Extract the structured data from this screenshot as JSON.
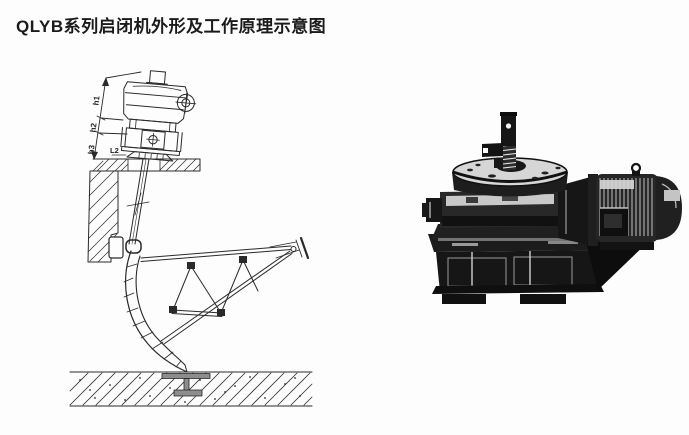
{
  "title": "QLYB系列启闭机外形及工作原理示意图",
  "colors": {
    "paper": "#fdfdfd",
    "ink": "#2a2a2a",
    "photo_dark": "#1a1a1a"
  },
  "schematic": {
    "dimension_labels": {
      "h1": "h1",
      "h2": "h2",
      "h3": "h3",
      "L2": "L2"
    }
  }
}
